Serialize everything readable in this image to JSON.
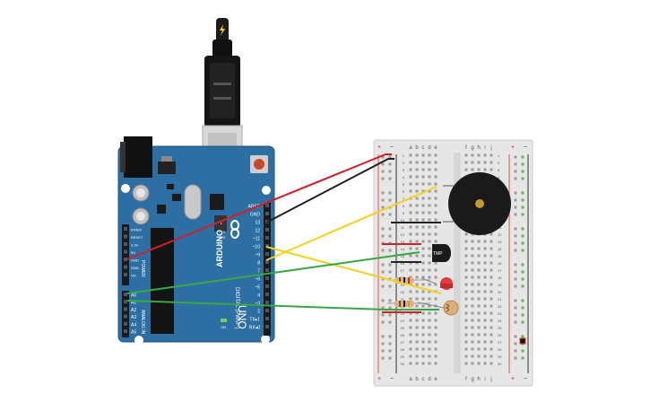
{
  "arduino": {
    "brand": "ARDUINO",
    "model": "UNO",
    "digital_header_label": "DIGITAL (PWM~)",
    "power_header_label": "POWER",
    "analog_header_label": "ANALOG IN",
    "on_label": "ON",
    "l_label": "L",
    "tx_label": "TX",
    "rx_label": "RX",
    "digital_pins": [
      "AREF",
      "GND",
      "13",
      "12",
      "~11",
      "~10",
      "~9",
      "8",
      "7",
      "~6",
      "~5",
      "4",
      "~3",
      "2",
      "TX▸1",
      "RX◂0"
    ],
    "power_pins": [
      "IOREF",
      "RESET",
      "3.3V",
      "5V",
      "GND",
      "GND",
      "Vin"
    ],
    "analog_pins": [
      "A0",
      "A1",
      "A2",
      "A3",
      "A4",
      "A5"
    ]
  },
  "breadboard": {
    "column_letters_left": [
      "a",
      "b",
      "c",
      "d",
      "e"
    ],
    "column_letters_right": [
      "f",
      "g",
      "h",
      "i",
      "j"
    ],
    "rail_plus": "+",
    "rail_minus": "−",
    "row_numbers": [
      "1",
      "2",
      "3",
      "4",
      "5",
      "6",
      "7",
      "8",
      "9",
      "10",
      "11",
      "12",
      "13",
      "14",
      "15",
      "16",
      "17",
      "18",
      "19",
      "20",
      "21",
      "22",
      "23",
      "24",
      "25",
      "26",
      "27",
      "28",
      "29",
      "30"
    ]
  },
  "components": {
    "sensor_label": "TMP"
  },
  "colors": {
    "board_blue": "#2d6fa3",
    "breadboard": "#e6e6e6",
    "wire_red": "#d0202a",
    "wire_black": "#222222",
    "wire_yellow": "#f2d21b",
    "wire_green": "#35a845",
    "rail_green": "#5cb85c"
  },
  "icons": [
    "usb-plug-icon",
    "lightning-icon",
    "arduino-logo-icon",
    "reset-button-icon"
  ]
}
